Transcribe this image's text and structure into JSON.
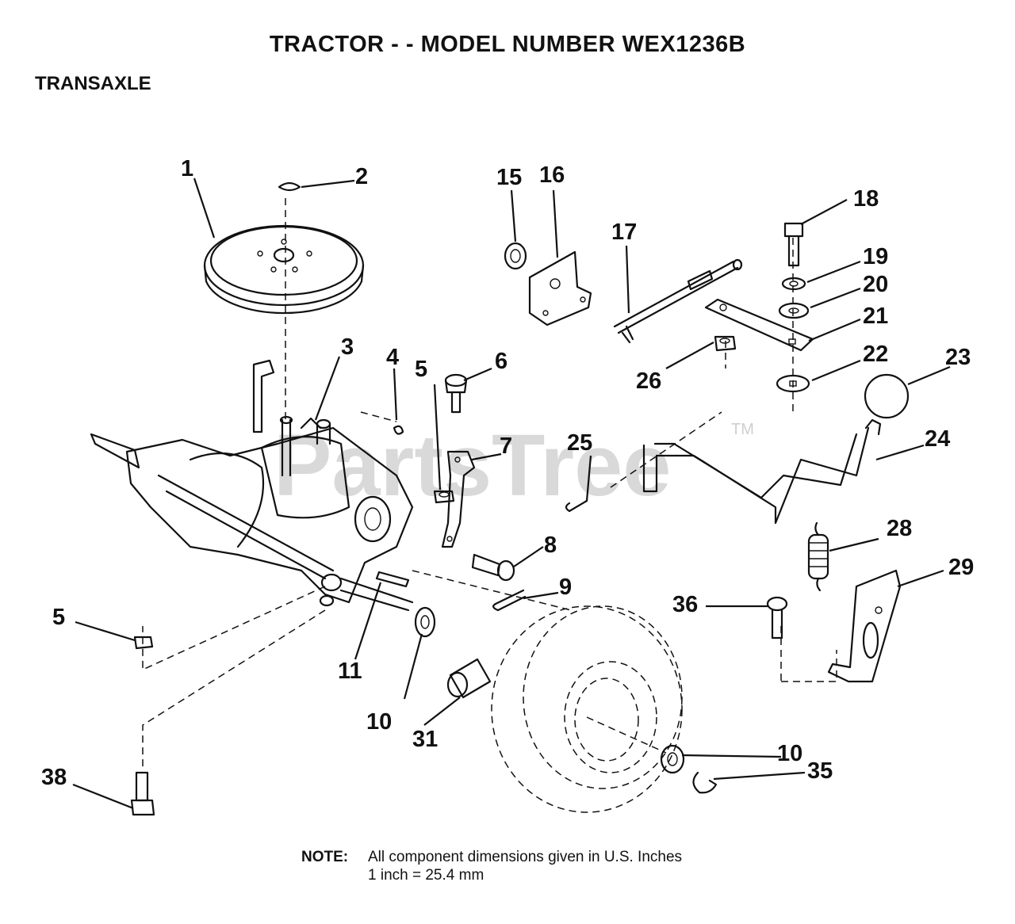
{
  "header": {
    "title": "TRACTOR - - MODEL NUMBER WEX1236B",
    "section": "TRANSAXLE"
  },
  "watermark": {
    "text": "PartsTree",
    "tm": "TM"
  },
  "note": {
    "label": "NOTE:",
    "line1": "All component dimensions given in U.S. Inches",
    "line2": "1 inch = 25.4 mm"
  },
  "callouts": [
    "1",
    "2",
    "3",
    "4",
    "5",
    "6",
    "7",
    "8",
    "9",
    "10",
    "11",
    "5",
    "15",
    "16",
    "17",
    "18",
    "19",
    "20",
    "21",
    "22",
    "23",
    "24",
    "25",
    "26",
    "28",
    "29",
    "36",
    "31",
    "10",
    "35",
    "38"
  ]
}
